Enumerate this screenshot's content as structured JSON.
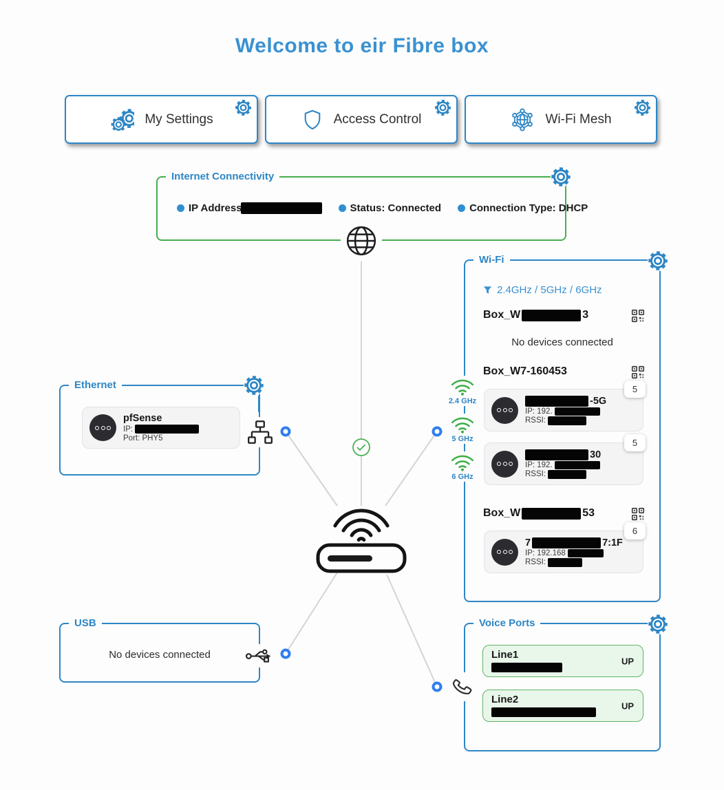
{
  "title": "Welcome to eir Fibre box",
  "nav": {
    "my_settings": "My Settings",
    "access_control": "Access Control",
    "wifi_mesh": "Wi-Fi Mesh"
  },
  "internet": {
    "legend": "Internet Connectivity",
    "ip_label": "IP Address",
    "status": "Status: Connected",
    "connection_type": "Connection Type: DHCP"
  },
  "ethernet": {
    "legend": "Ethernet",
    "device_name": "pfSense",
    "ip_label": "IP:",
    "port": "Port: PHY5"
  },
  "usb": {
    "legend": "USB",
    "empty": "No devices connected"
  },
  "wifi": {
    "legend": "Wi-Fi",
    "filter": "2.4GHz / 5GHz / 6GHz",
    "band_24": "2.4 GHz",
    "band_5": "5 GHz",
    "band_6": "6 GHz",
    "net1": {
      "prefix": "Box_W",
      "suffix": "3",
      "empty": "No devices connected"
    },
    "net2": {
      "name": "Box_W7-160453",
      "dev1": {
        "suffix": "-5G",
        "ip": "IP: 192.",
        "rssi": "RSSI:",
        "badge": "5"
      },
      "dev2": {
        "suffix": "30",
        "ip": "IP: 192.",
        "rssi": "RSSI:",
        "badge": "5"
      }
    },
    "net3": {
      "prefix": "Box_W",
      "suffix": "53",
      "dev1": {
        "prefix": "7",
        "suffix": "7:1F",
        "ip": "IP: 192.168",
        "rssi": "RSSI:",
        "badge": "6"
      }
    }
  },
  "voice": {
    "legend": "Voice Ports",
    "line1": {
      "name": "Line1",
      "status": "UP"
    },
    "line2": {
      "name": "Line2",
      "status": "UP"
    }
  },
  "colors": {
    "accent_blue": "#2e86c5",
    "title_blue": "#3a91d1",
    "green": "#45ae4d",
    "connector_blue": "#2e7ef0"
  }
}
